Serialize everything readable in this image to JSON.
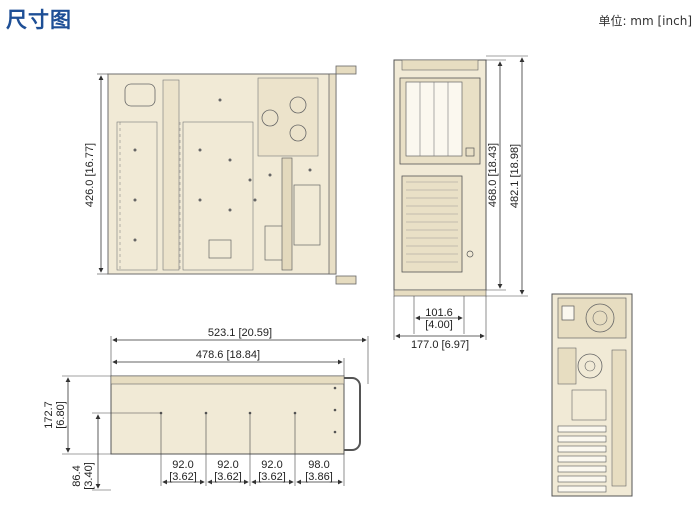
{
  "header": {
    "title": "尺寸图",
    "unit_label": "单位: mm [inch]"
  },
  "dimensions": {
    "top_view_depth": "426.0 [16.77]",
    "front_height": "468.0 [18.43]",
    "front_height_total": "482.1 [18.98]",
    "front_width_inner": "101.6",
    "front_width_inner_inch": "[4.00]",
    "front_width_total": "177.0 [6.97]",
    "side_length_total": "523.1 [20.59]",
    "side_length_body": "478.6 [18.84]",
    "side_height": "172.7",
    "side_height_inch": "[6.80]",
    "side_offset": "86.4",
    "side_offset_inch": "[3.40]",
    "hole_spacing": [
      {
        "mm": "92.0",
        "inch": "[3.62]"
      },
      {
        "mm": "92.0",
        "inch": "[3.62]"
      },
      {
        "mm": "92.0",
        "inch": "[3.62]"
      },
      {
        "mm": "98.0",
        "inch": "[3.86]"
      }
    ]
  },
  "colors": {
    "title": "#1e4f96",
    "chassis_fill": "#f1ead6",
    "line": "#555555"
  }
}
